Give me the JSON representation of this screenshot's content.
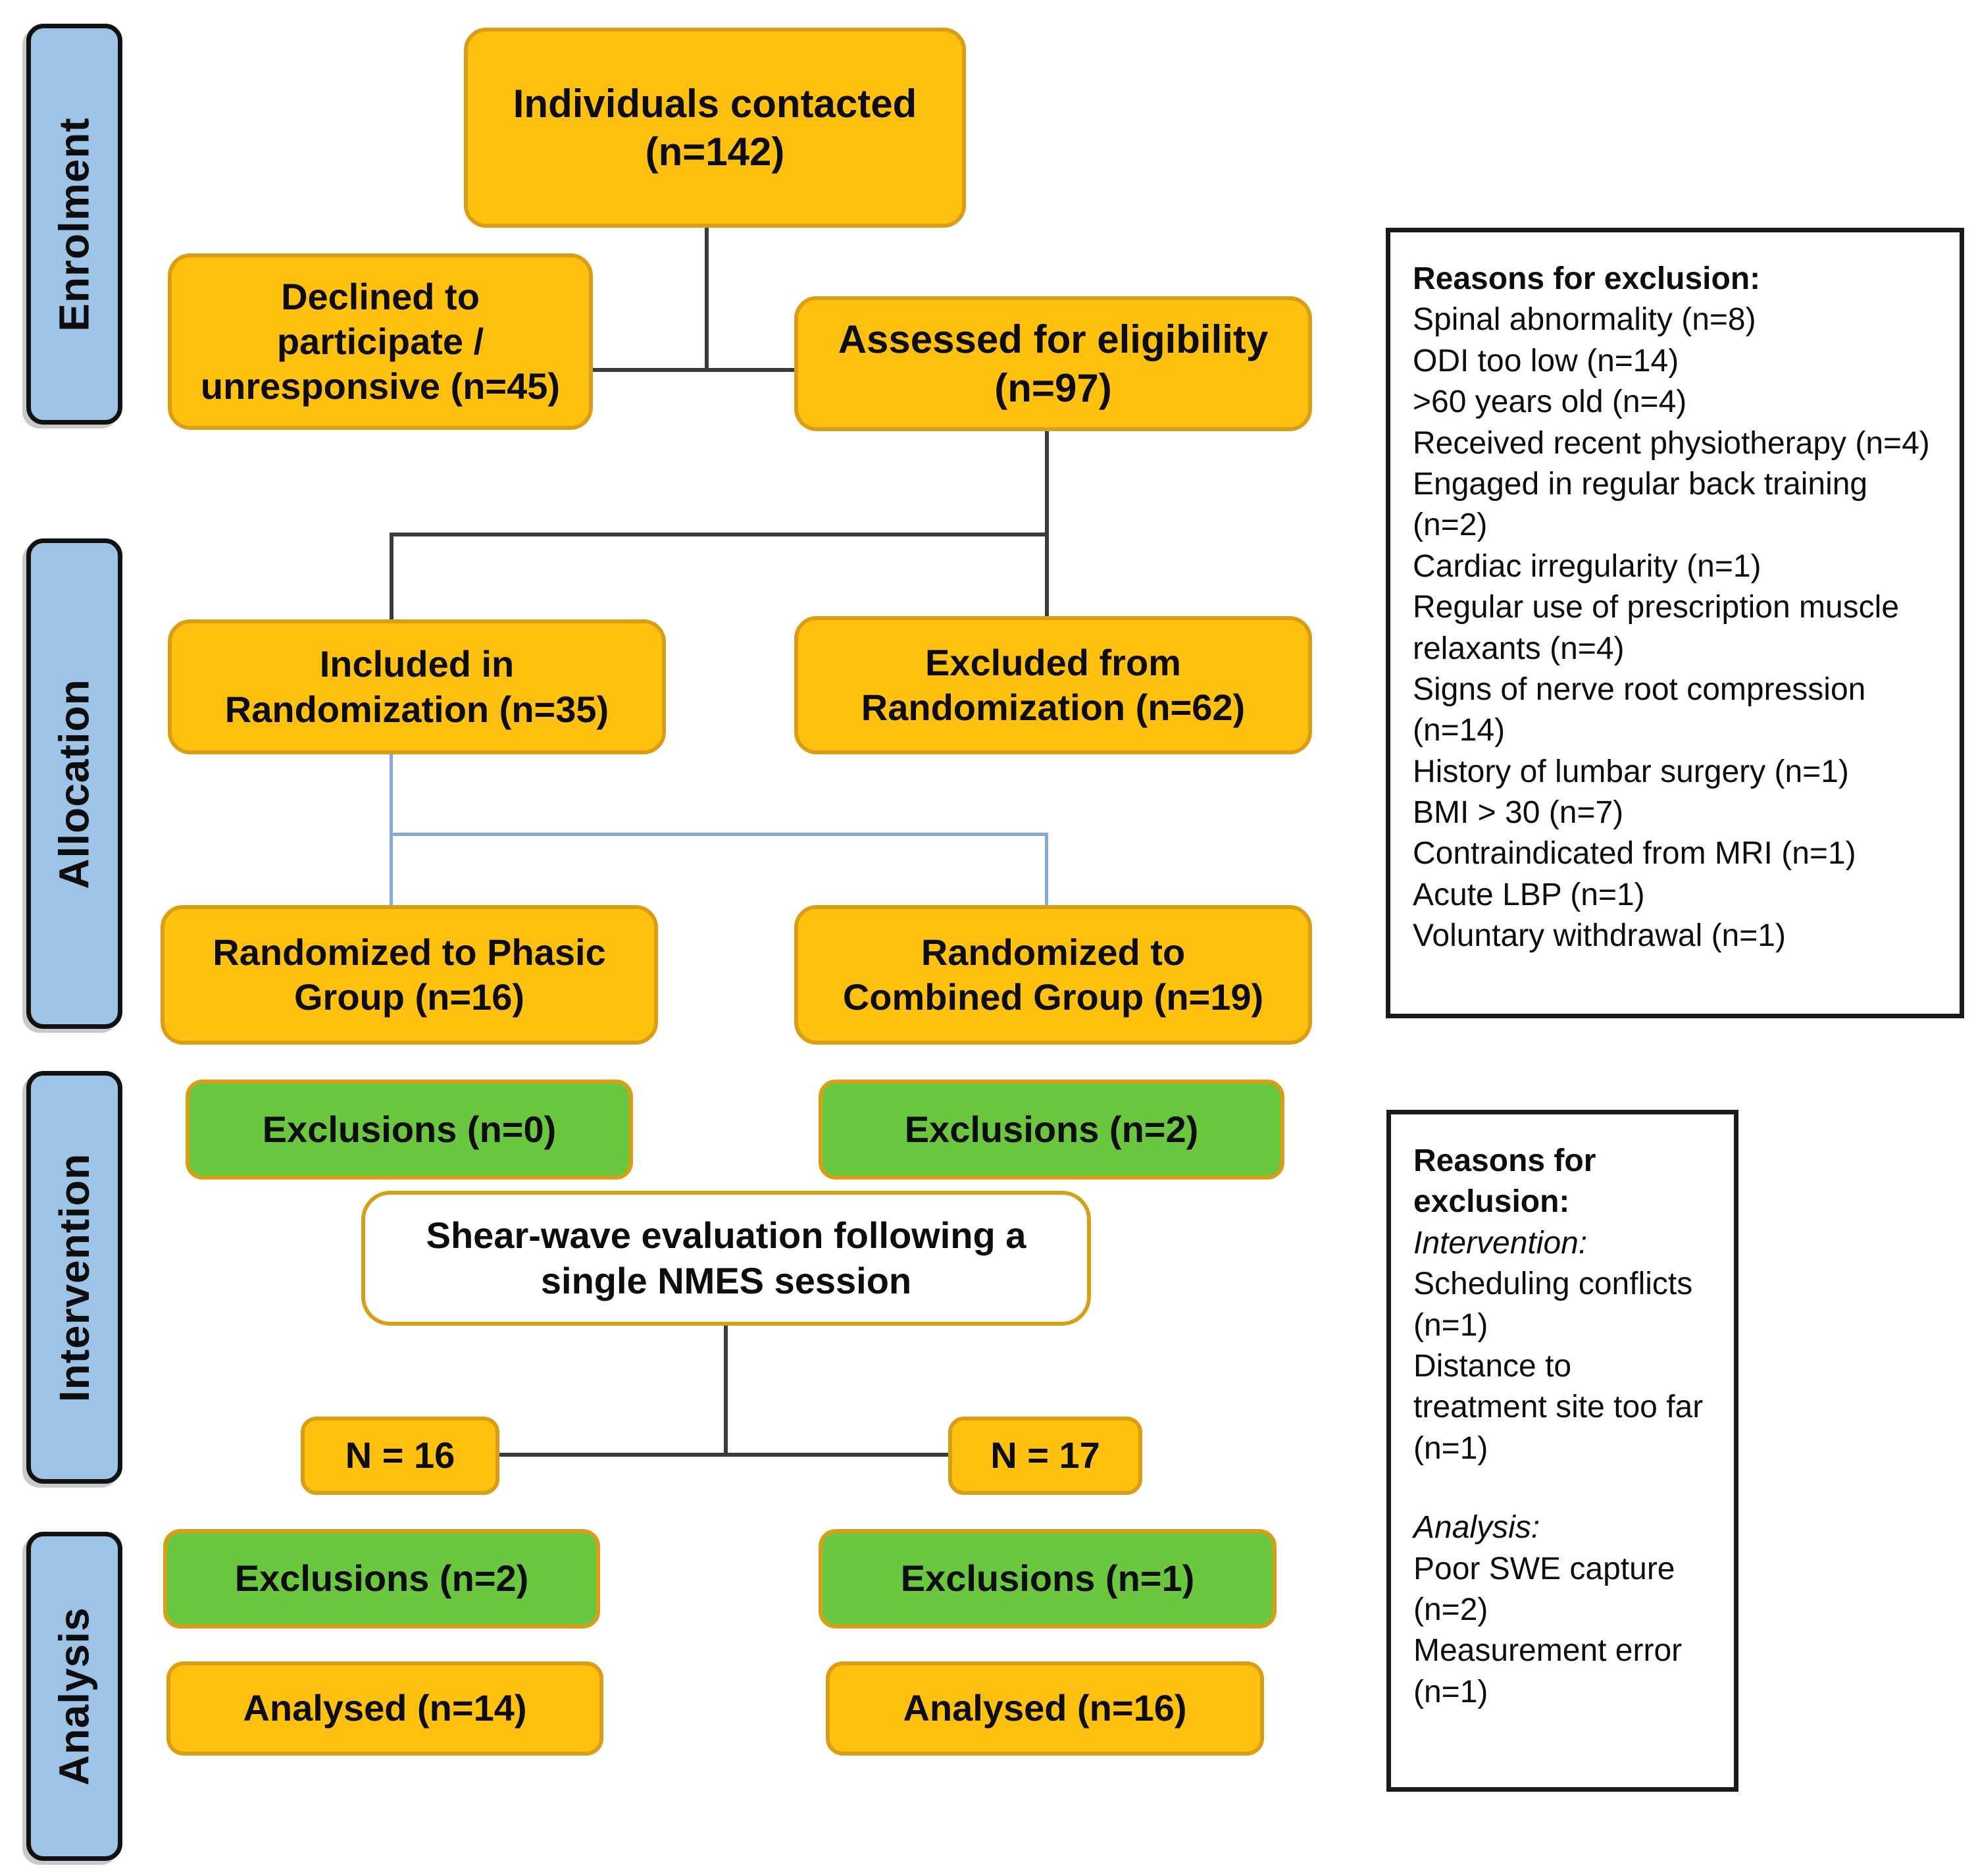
{
  "stages": [
    {
      "label": "Enrolment"
    },
    {
      "label": "Allocation"
    },
    {
      "label": "Intervention"
    },
    {
      "label": "Analysis"
    }
  ],
  "boxes": {
    "individuals_contacted": "Individuals contacted\n(n=142)",
    "declined": "Declined to\nparticipate /\nunresponsive (n=45)",
    "assessed": "Assessed for eligibility\n(n=97)",
    "included": "Included in\nRandomization (n=35)",
    "excluded": "Excluded from\nRandomization (n=62)",
    "randomized_phasic": "Randomized to Phasic\nGroup (n=16)",
    "randomized_combined": "Randomized to\nCombined Group (n=19)",
    "exclusions_phasic_intervention": "Exclusions (n=0)",
    "exclusions_combined_intervention": "Exclusions (n=2)",
    "shear_wave": "Shear-wave evaluation following a\nsingle NMES session",
    "n_phasic": "N = 16",
    "n_combined": "N = 17",
    "exclusions_phasic_analysis": "Exclusions (n=2)",
    "exclusions_combined_analysis": "Exclusions (n=1)",
    "analysed_phasic": "Analysed (n=14)",
    "analysed_combined": "Analysed (n=16)"
  },
  "reasons_allocation": {
    "items": [
      {
        "text": "Reasons for exclusion:",
        "class": "bold"
      },
      "Spinal abnormality (n=8)",
      "ODI too low (n=14)",
      ">60 years old (n=4)",
      "Received recent physiotherapy (n=4)",
      "Engaged in regular back training (n=2)",
      "Cardiac irregularity (n=1)",
      "Regular use of prescription muscle relaxants (n=4)",
      "Signs of nerve root compression (n=14)",
      "History of lumbar surgery (n=1)",
      "BMI > 30 (n=7)",
      "Contraindicated from MRI (n=1)",
      "Acute LBP (n=1)",
      "Voluntary withdrawal (n=1)"
    ]
  },
  "reasons_analysis": {
    "items": [
      {
        "text": "Reasons for exclusion:",
        "class": "bold"
      },
      {
        "text": "Intervention:",
        "class": "italic"
      },
      "Scheduling conflicts (n=1)",
      "Distance to treatment site too far (n=1)",
      {
        "text": "",
        "class": "spacer"
      },
      {
        "text": "Analysis:",
        "class": "italic"
      },
      "Poor SWE capture (n=2)",
      "Measurement error (n=1)"
    ]
  },
  "colors": {
    "box_fill": "#FFC010",
    "box_border": "#D99E16",
    "green_fill": "#6BC740",
    "sidebar_fill": "#9DC3E6",
    "connector": "#3a3a3a",
    "connector_blue": "#85A9DC",
    "reason_border": "#1a1a1a"
  }
}
